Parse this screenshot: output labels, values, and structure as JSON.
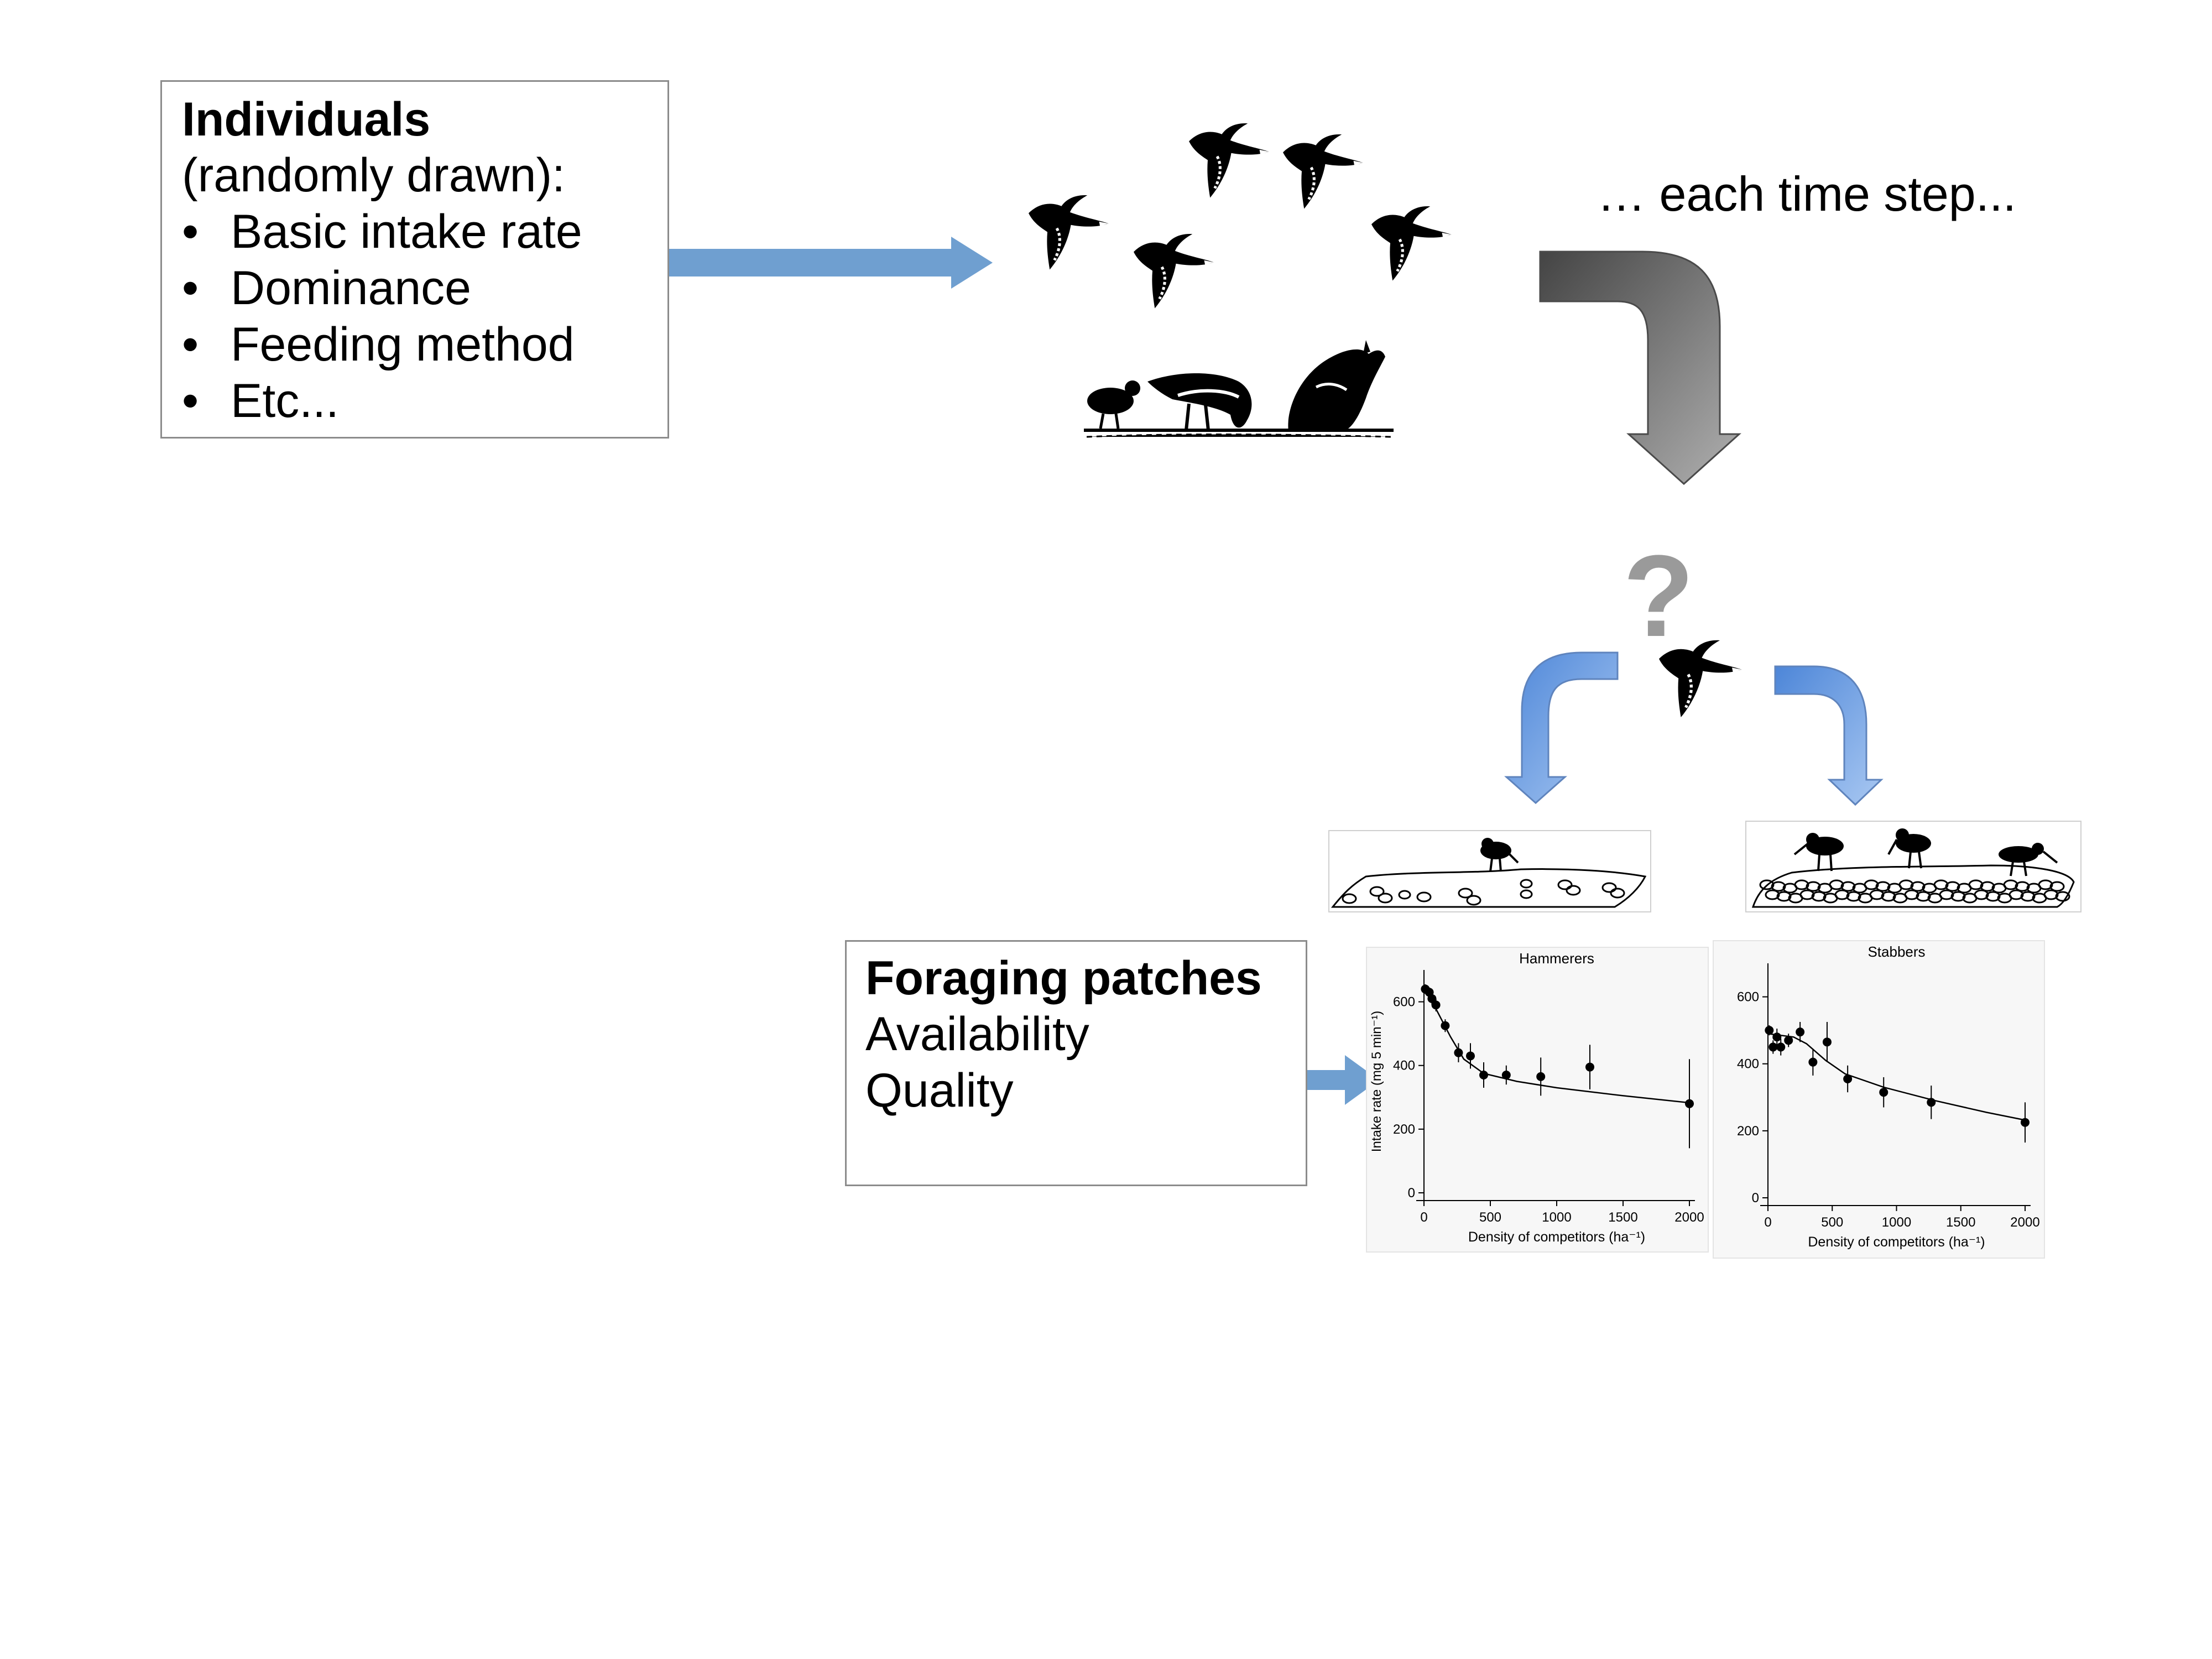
{
  "individuals": {
    "title": "Individuals",
    "subtitle": "(randomly drawn):",
    "bullets": [
      "Basic intake rate",
      "Dominance",
      "Feeding method",
      "Etc..."
    ]
  },
  "time_step_label": "… each time step...",
  "question_mark": "?",
  "foraging": {
    "title": "Foraging patches",
    "lines": [
      "Availability",
      "Quality"
    ]
  },
  "colors": {
    "blue_arrow": "#6f9fd0",
    "grey_arrow_dark": "#555555",
    "grey_arrow_light": "#a8a8a8",
    "box_border": "#8c8c8c",
    "question_grey": "#9a9a9a"
  },
  "chart_data": [
    {
      "type": "scatter",
      "title": "Hammerers",
      "xlabel": "Density of competitors (ha⁻¹)",
      "ylabel": "Intake rate (mg 5 min⁻¹)",
      "xlim": [
        0,
        2000
      ],
      "ylim": [
        0,
        700
      ],
      "xticks": [
        0,
        500,
        1000,
        1500,
        2000
      ],
      "yticks": [
        0,
        200,
        400,
        600
      ],
      "points": [
        {
          "x": 10,
          "y": 640,
          "err": 15
        },
        {
          "x": 40,
          "y": 630,
          "err": 15
        },
        {
          "x": 60,
          "y": 610,
          "err": 20
        },
        {
          "x": 90,
          "y": 590,
          "err": 20
        },
        {
          "x": 160,
          "y": 525,
          "err": 20
        },
        {
          "x": 260,
          "y": 440,
          "err": 30
        },
        {
          "x": 350,
          "y": 430,
          "err": 40
        },
        {
          "x": 450,
          "y": 370,
          "err": 40
        },
        {
          "x": 620,
          "y": 370,
          "err": 30
        },
        {
          "x": 880,
          "y": 365,
          "err": 60
        },
        {
          "x": 1250,
          "y": 395,
          "err": 70
        },
        {
          "x": 2000,
          "y": 280,
          "err": 140
        }
      ],
      "fit": [
        [
          0,
          650
        ],
        [
          100,
          570
        ],
        [
          200,
          490
        ],
        [
          300,
          420
        ],
        [
          450,
          375
        ],
        [
          700,
          350
        ],
        [
          1000,
          330
        ],
        [
          1500,
          305
        ],
        [
          2000,
          283
        ]
      ]
    },
    {
      "type": "scatter",
      "title": "Stabbers",
      "xlabel": "Density of competitors (ha⁻¹)",
      "ylabel": "",
      "xlim": [
        0,
        2000
      ],
      "ylim": [
        0,
        700
      ],
      "xticks": [
        0,
        500,
        1000,
        1500,
        2000
      ],
      "yticks": [
        0,
        200,
        400,
        600
      ],
      "points": [
        {
          "x": 10,
          "y": 500,
          "err": 15
        },
        {
          "x": 40,
          "y": 450,
          "err": 20
        },
        {
          "x": 70,
          "y": 480,
          "err": 25
        },
        {
          "x": 100,
          "y": 450,
          "err": 25
        },
        {
          "x": 160,
          "y": 470,
          "err": 20
        },
        {
          "x": 250,
          "y": 495,
          "err": 30
        },
        {
          "x": 350,
          "y": 405,
          "err": 40
        },
        {
          "x": 460,
          "y": 465,
          "err": 60
        },
        {
          "x": 620,
          "y": 355,
          "err": 40
        },
        {
          "x": 900,
          "y": 315,
          "err": 45
        },
        {
          "x": 1270,
          "y": 285,
          "err": 50
        },
        {
          "x": 2000,
          "y": 225,
          "err": 60
        }
      ],
      "fit": [
        [
          0,
          490
        ],
        [
          200,
          480
        ],
        [
          300,
          460
        ],
        [
          450,
          410
        ],
        [
          600,
          370
        ],
        [
          900,
          330
        ],
        [
          1300,
          290
        ],
        [
          1700,
          255
        ],
        [
          2000,
          232
        ]
      ]
    }
  ]
}
